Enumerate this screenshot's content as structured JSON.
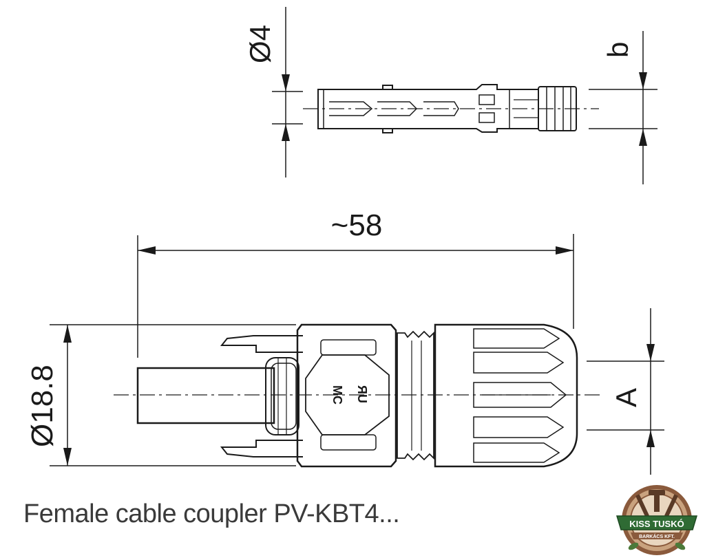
{
  "dimensions": {
    "pin_diameter": "Ø4",
    "pin_side": "b",
    "overall_length": "~58",
    "body_diameter": "Ø18.8",
    "cable_side": "A"
  },
  "body_markings": {
    "brand": "MC",
    "cert": "ЯU"
  },
  "caption": "Female cable coupler PV-KBT4...",
  "logo": {
    "name": "KISS TUSKÓ",
    "subtitle": "BARKÁCS KFT."
  },
  "colors": {
    "line": "#1a1a1a",
    "logo_ring": "#8a5a3c",
    "logo_banner": "#2f6b34"
  }
}
